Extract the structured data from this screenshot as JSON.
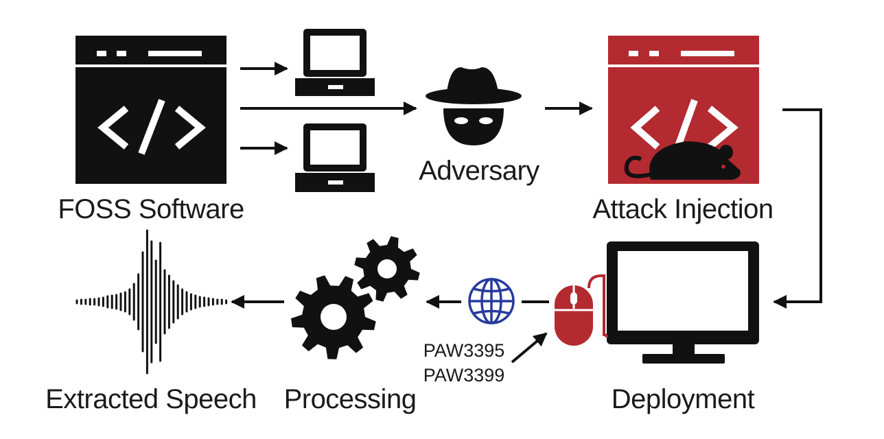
{
  "labels": {
    "foss": "FOSS Software",
    "adversary": "Adversary",
    "attack": "Attack Injection",
    "deployment": "Deployment",
    "processing": "Processing",
    "speech": "Extracted Speech"
  },
  "sensors": [
    "PAW3395",
    "PAW3399"
  ],
  "icons": {
    "foss": "code-window-icon",
    "laptops": "laptop-icon",
    "adversary": "spy-icon",
    "attack": "code-window-with-rat-icon",
    "monitor": "monitor-icon",
    "mouse": "computer-mouse-icon",
    "network": "globe-icon",
    "processing": "gears-icon",
    "speech": "sound-wave-icon"
  },
  "colors": {
    "ink": "#111111",
    "attack_red": "#b32a30",
    "globe_blue": "#263a9e",
    "mouse_red": "#b32a30"
  }
}
